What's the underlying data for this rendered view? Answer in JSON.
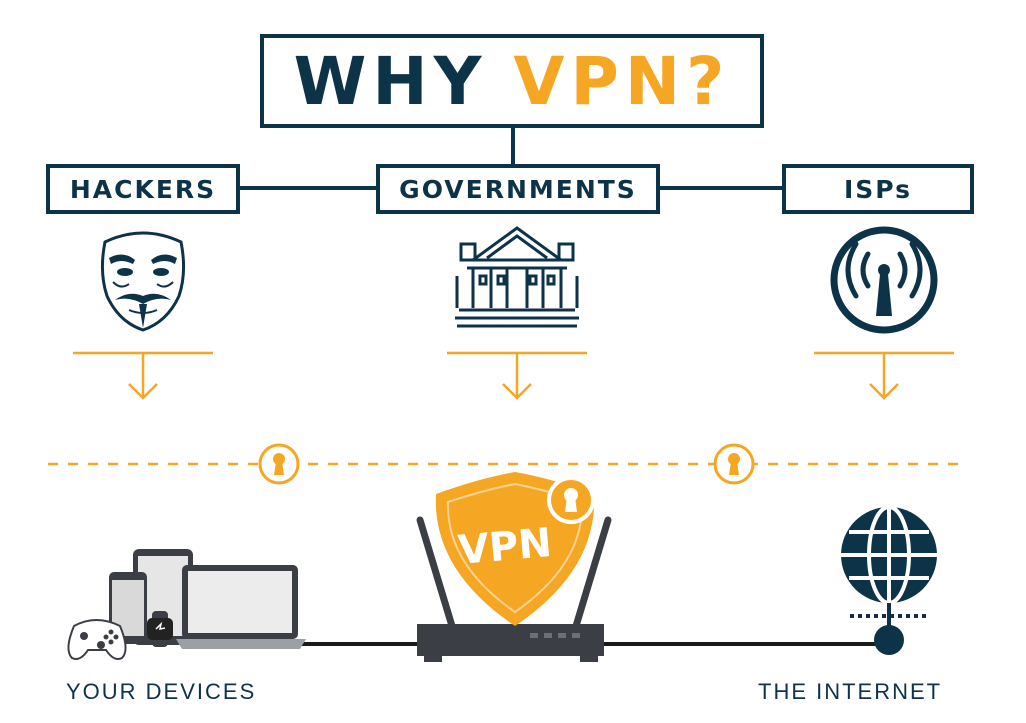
{
  "title": {
    "main": "WHY",
    "accent": "VPN?"
  },
  "threats": [
    {
      "label": "HACKERS",
      "icon": "guy-fawkes-mask-icon"
    },
    {
      "label": "GOVERNMENTS",
      "icon": "government-building-icon"
    },
    {
      "label": "ISPs",
      "icon": "broadcast-tower-icon"
    }
  ],
  "shield_label": "VPN",
  "devices_label": "YOUR DEVICES",
  "internet_label": "THE INTERNET",
  "colors": {
    "navy": "#0d3349",
    "orange": "#f5a623",
    "device_gray": "#3b3f45"
  }
}
